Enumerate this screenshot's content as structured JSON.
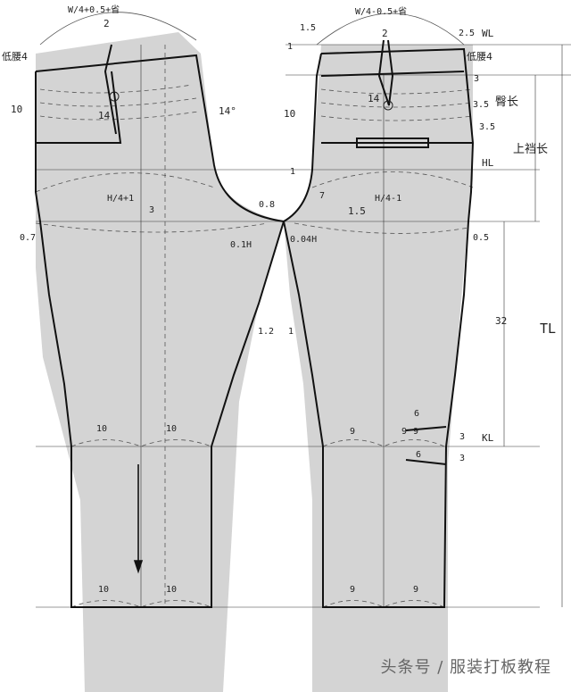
{
  "labels": {
    "front_waist_formula": "W/4+0.5+省",
    "back_waist_formula": "W/4-0.5+省",
    "front_hip_formula": "H/4+1",
    "back_hip_formula": "H/4-1",
    "low_waist_left": "低腰4",
    "low_waist_right": "低腰4",
    "hip_length": "臀长",
    "upper_crotch_length": "上裆长",
    "wl": "WL",
    "hl": "HL",
    "kl": "KL",
    "tl": "TL",
    "angle_14": "14°",
    "crotch_front": "0.1H",
    "crotch_back": "0.04H",
    "crotch_gap": "0.8",
    "knee_rise": "32"
  },
  "numbers": {
    "dart_2_left": "2",
    "dart_2_right": "2",
    "n10_left": "10",
    "n10_right": "10",
    "n14_left": "14",
    "n14_right": "14",
    "n3_front_hip": "3",
    "n07": "0.7",
    "n05": "0.5",
    "n1_5_top": "1.5",
    "n1_top": "1",
    "n2_5": "2.5",
    "n3_back_a": "3",
    "n3_5_a": "3.5",
    "n3_5_b": "3.5",
    "n1_hl": "1",
    "n7": "7",
    "n1_5_hip": "1.5",
    "n1_2": "1.2",
    "n1_inseam": "1",
    "knee_front_1": "10",
    "knee_front_2": "10",
    "knee_back_1": "9",
    "knee_back_2": "9",
    "hem_front_1": "10",
    "hem_front_2": "10",
    "hem_back_1": "9",
    "hem_back_2": "9",
    "pocket_6a": "6",
    "pocket_9": "9",
    "pocket_3a": "3",
    "pocket_6b": "6",
    "pocket_3b": "3"
  },
  "watermark": "头条号 / 服装打板教程"
}
